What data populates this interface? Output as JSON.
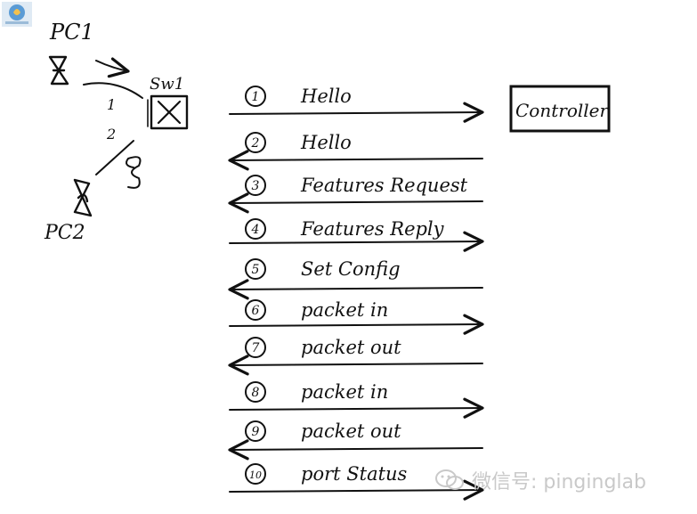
{
  "labels": {
    "pc1": "PC1",
    "pc2": "PC2",
    "switch": "Sw1",
    "link1": "1",
    "link2": "2",
    "controller": "Controller"
  },
  "messages": [
    {
      "num": "1",
      "text": "Hello",
      "direction": "to-controller"
    },
    {
      "num": "2",
      "text": "Hello",
      "direction": "to-switch"
    },
    {
      "num": "3",
      "text": "Features Request",
      "direction": "to-switch"
    },
    {
      "num": "4",
      "text": "Features Reply",
      "direction": "to-controller"
    },
    {
      "num": "5",
      "text": "Set Config",
      "direction": "to-switch"
    },
    {
      "num": "6",
      "text": "packet in",
      "direction": "to-controller"
    },
    {
      "num": "7",
      "text": "packet out",
      "direction": "to-switch"
    },
    {
      "num": "8",
      "text": "packet in",
      "direction": "to-controller"
    },
    {
      "num": "9",
      "text": "packet out",
      "direction": "to-switch"
    },
    {
      "num": "10",
      "text": "port Status",
      "direction": "to-controller"
    }
  ],
  "watermark": {
    "icon": "wechat-icon",
    "text": "微信号: pinginglab"
  },
  "logo": {
    "icon": "pinginglab-logo-icon",
    "accent": "#5a9bd5"
  }
}
